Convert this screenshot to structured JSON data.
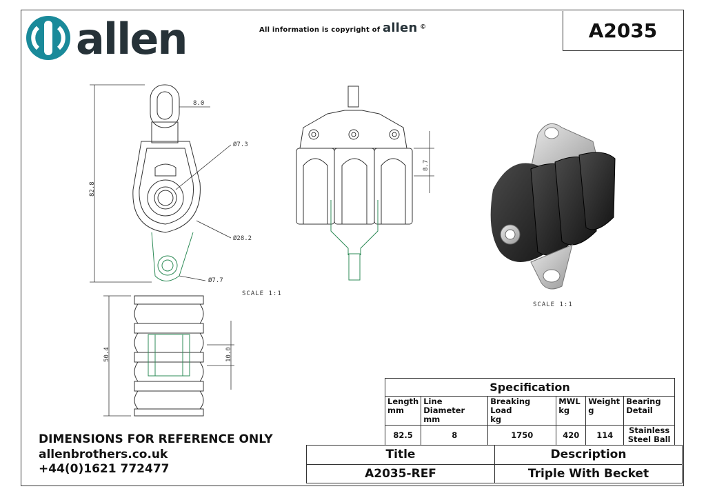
{
  "header": {
    "logo_text": "allen",
    "copyright_prefix": "All information is copyright of",
    "copyright_brand": "allen",
    "copyright_symbol": "©",
    "part_number": "A2035"
  },
  "drawing": {
    "side_view": {
      "dim_top_width": "8.0",
      "dim_height": "82.8",
      "dim_pin": "Ø7.3",
      "dim_sheave": "Ø28.2",
      "dim_becket": "Ø7.7"
    },
    "bottom_view": {
      "dim_width": "50.4",
      "dim_gap": "10.0"
    },
    "front_view": {
      "dim_offset": "8.7"
    },
    "scale_label_1": "SCALE 1:1",
    "scale_label_2": "SCALE 1:1"
  },
  "specification": {
    "title": "Specification",
    "columns": [
      {
        "header": "Length",
        "unit": "mm",
        "value": "82.5"
      },
      {
        "header": "Line Diameter",
        "unit": "mm",
        "value": "8"
      },
      {
        "header": "Breaking Load",
        "unit": "kg",
        "value": "1750"
      },
      {
        "header": "MWL",
        "unit": "kg",
        "value": "420"
      },
      {
        "header": "Weight",
        "unit": "g",
        "value": "114"
      },
      {
        "header": "Bearing",
        "unit": "Detail",
        "value_line1": "Stainless",
        "value_line2": "Steel Ball"
      }
    ]
  },
  "footer": {
    "disclaimer": "DIMENSIONS FOR REFERENCE ONLY",
    "website": "allenbrothers.co.uk",
    "phone": "+44(0)1621 772477"
  },
  "title_block": {
    "title_label": "Title",
    "description_label": "Description",
    "title_value": "A2035-REF",
    "description_value": "Triple With Becket"
  },
  "colors": {
    "brand_teal": "#1a8a9a",
    "brand_dark": "#263238",
    "line_green": "#2e8b57"
  }
}
